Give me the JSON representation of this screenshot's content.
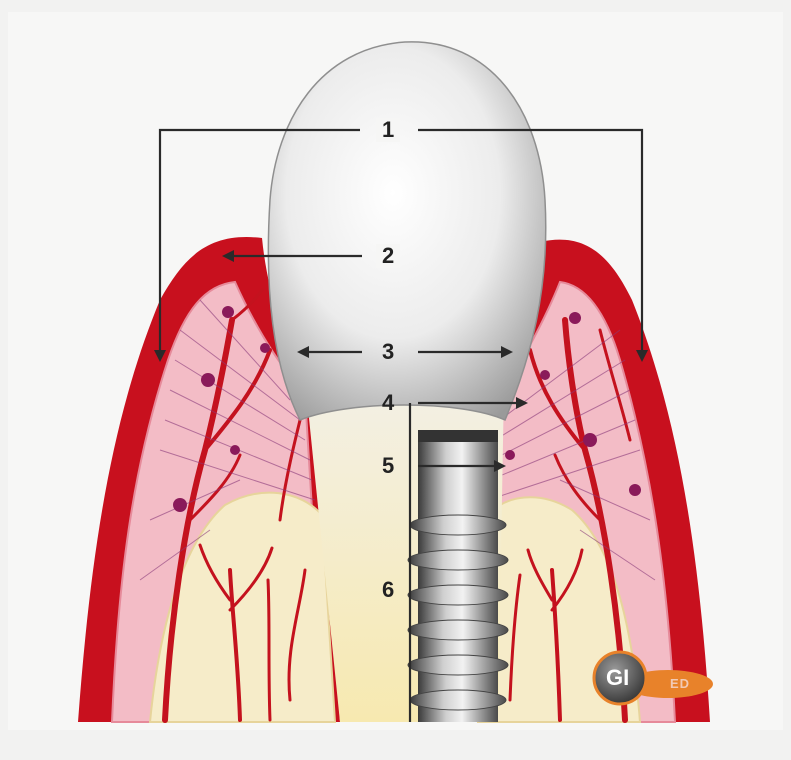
{
  "diagram": {
    "labels": [
      {
        "id": "label-1",
        "text": "1"
      },
      {
        "id": "label-2",
        "text": "2"
      },
      {
        "id": "label-3",
        "text": "3"
      },
      {
        "id": "label-4",
        "text": "4"
      },
      {
        "id": "label-5",
        "text": "5"
      },
      {
        "id": "label-6",
        "text": "6"
      }
    ],
    "logo": {
      "main": "GI",
      "sub": "ED"
    },
    "colors": {
      "gum_outer": "#c8101e",
      "gum_inner": "#f3bcc6",
      "bone": "#f6ecc9",
      "vessel": "#c4121e",
      "crown": "#dcdcdc",
      "implant": "#6a6a6a",
      "logo_orange": "#e8822a"
    }
  }
}
